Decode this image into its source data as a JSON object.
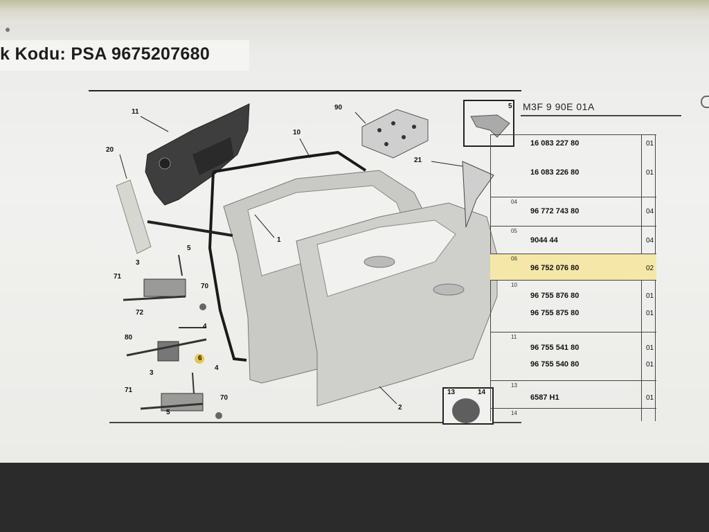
{
  "page_title": "k Kodu: PSA 9675207680",
  "diagram_ref": "M3F 9 90E 01A",
  "labels": {
    "l11": "11",
    "l90": "90",
    "l5box": "5",
    "l10": "10",
    "l20": "20",
    "l21": "21",
    "l1": "1",
    "l5a": "5",
    "l3a": "3",
    "l71a": "71",
    "l70a": "70",
    "l72": "72",
    "l4a": "4",
    "l80": "80",
    "l6": "6",
    "l4b": "4",
    "l3b": "3",
    "l71b": "71",
    "l70b": "70",
    "l5b": "5",
    "l2": "2",
    "l13": "13",
    "l14": "14"
  },
  "table": {
    "rows": [
      {
        "index": "",
        "parts": [
          {
            "number": "16 083 227 80",
            "qty": "01"
          },
          {
            "number": "16 083 226 80",
            "qty": "01"
          }
        ]
      },
      {
        "index": "04",
        "parts": [
          {
            "number": "96 772 743 80",
            "qty": "04"
          }
        ]
      },
      {
        "index": "05",
        "parts": [
          {
            "number": "9044 44",
            "qty": "04"
          }
        ]
      },
      {
        "index": "06",
        "parts": [
          {
            "number": "96 752 076 80",
            "qty": "02"
          }
        ]
      },
      {
        "index": "10",
        "parts": [
          {
            "number": "96 755 876 80",
            "qty": "01"
          },
          {
            "number": "96 755 875 80",
            "qty": "01"
          }
        ]
      },
      {
        "index": "11",
        "parts": [
          {
            "number": "96 755 541 80",
            "qty": "01"
          },
          {
            "number": "96 755 540 80",
            "qty": "01"
          }
        ]
      },
      {
        "index": "13",
        "parts": [
          {
            "number": "6587 H1",
            "qty": "01"
          }
        ]
      },
      {
        "index": "14",
        "parts": []
      }
    ]
  }
}
